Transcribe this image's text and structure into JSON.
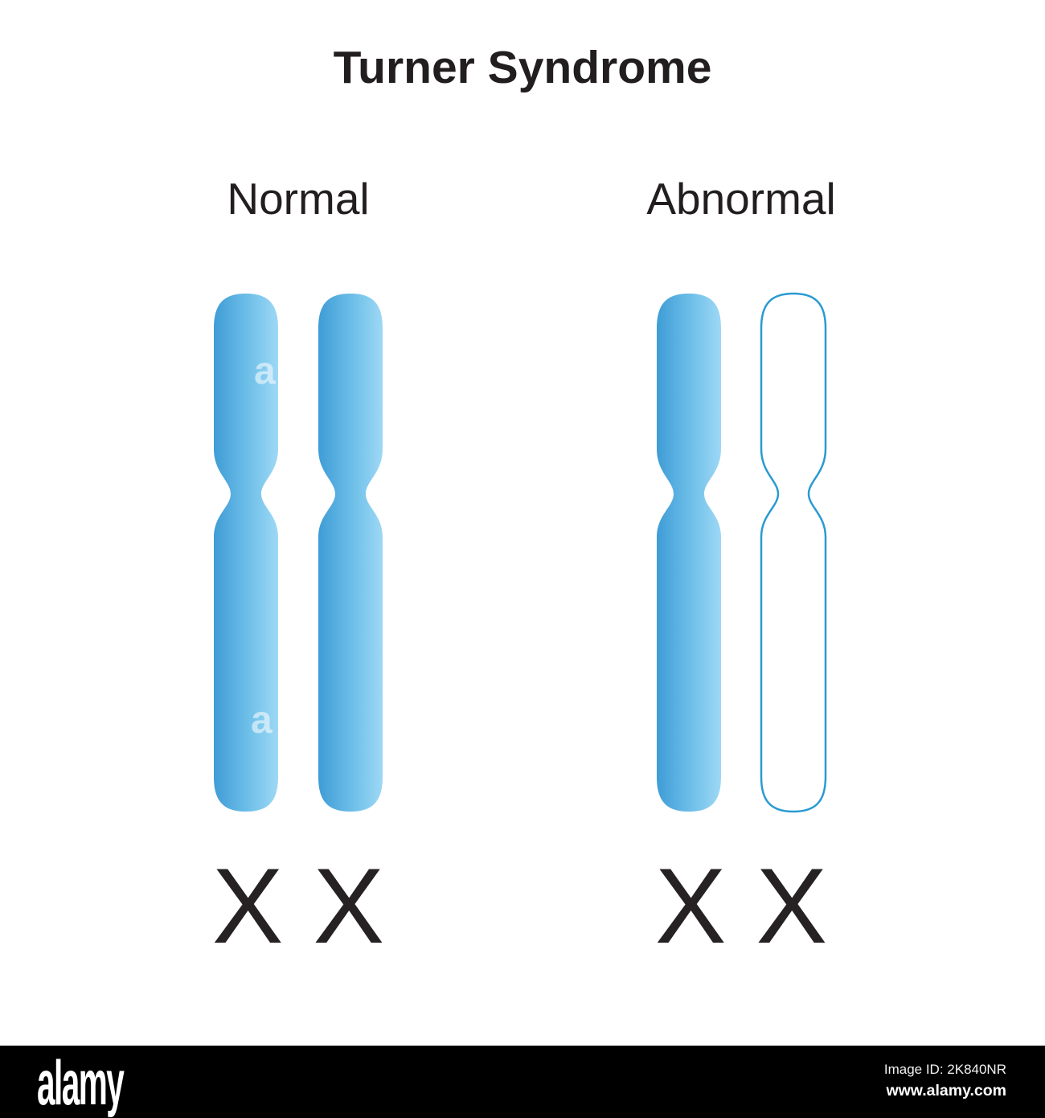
{
  "title": "Turner Syndrome",
  "panels": [
    {
      "label": "Normal",
      "karyotype": "X X",
      "chromosomes": [
        "filled",
        "filled"
      ]
    },
    {
      "label": "Abnormal",
      "karyotype": "X X",
      "chromosomes": [
        "filled",
        "outline"
      ]
    }
  ],
  "colors": {
    "chromosome_gradient_start": "#3f9cd6",
    "chromosome_gradient_mid": "#6fc0e9",
    "chromosome_gradient_end": "#9ed8f5",
    "chromosome_outline_stroke": "#2a9ad2",
    "text": "#221e1f",
    "footer_background": "#000000",
    "footer_text": "#ffffff"
  },
  "footer": {
    "brand": "alamy",
    "image_id": "Image ID: 2K840NR",
    "website": "www.alamy.com"
  },
  "watermark_fragment": "a"
}
